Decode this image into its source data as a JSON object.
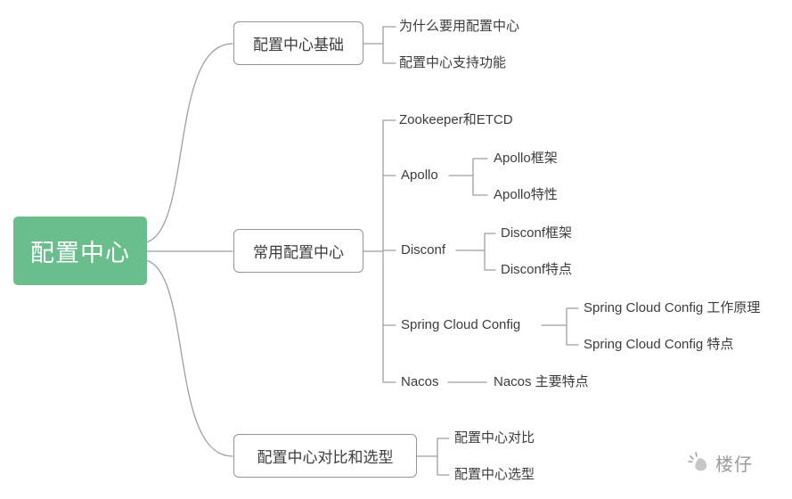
{
  "root": {
    "label": "配置中心"
  },
  "branches": [
    {
      "label": "配置中心基础",
      "children": [
        {
          "label": "为什么要用配置中心"
        },
        {
          "label": "配置中心支持功能"
        }
      ]
    },
    {
      "label": "常用配置中心",
      "children": [
        {
          "label": "Zookeeper和ETCD"
        },
        {
          "label": "Apollo",
          "children": [
            {
              "label": "Apollo框架"
            },
            {
              "label": "Apollo特性"
            }
          ]
        },
        {
          "label": "Disconf",
          "children": [
            {
              "label": "Disconf框架"
            },
            {
              "label": "Disconf特点"
            }
          ]
        },
        {
          "label": "Spring Cloud Config",
          "children": [
            {
              "label": "Spring Cloud Config 工作原理"
            },
            {
              "label": "Spring Cloud Config 特点"
            }
          ]
        },
        {
          "label": "Nacos",
          "children": [
            {
              "label": "Nacos 主要特点"
            }
          ]
        }
      ]
    },
    {
      "label": "配置中心对比和选型",
      "children": [
        {
          "label": "配置中心对比"
        },
        {
          "label": "配置中心选型"
        }
      ]
    }
  ],
  "watermark": {
    "icon": "hand-sparkle-icon",
    "label": "楼仔"
  },
  "colors": {
    "root_bg": "#6abd8c",
    "root_text": "#ffffff",
    "node_border": "#949494",
    "connector": "#9f9f9f",
    "text": "#3c3c3c",
    "watermark_text": "#9a9a9a"
  }
}
